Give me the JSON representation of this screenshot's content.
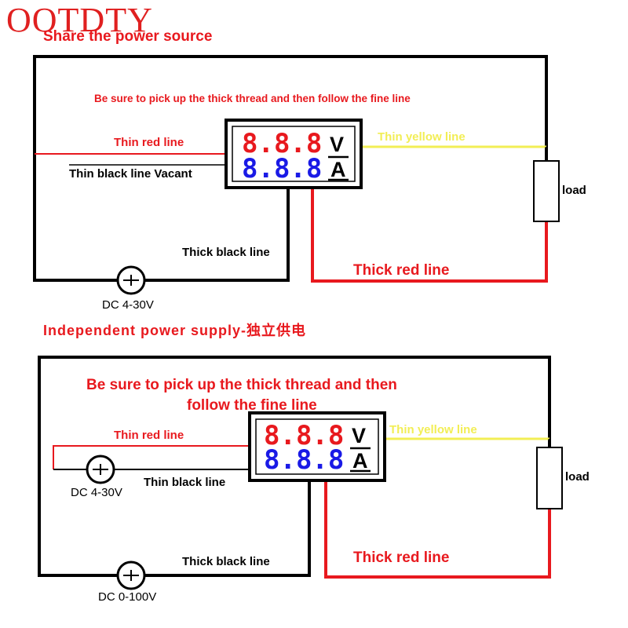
{
  "brand": {
    "logo_text": "OOTDTY"
  },
  "colors": {
    "red": "#e8191e",
    "blue": "#1a1ae6",
    "yellow": "#f2ee55",
    "black": "#000000"
  },
  "top": {
    "title": "Share the power source",
    "instruction": "Be sure to pick up the thick thread and then follow the fine line",
    "meter": {
      "volt_reading": "8.8.8",
      "amp_reading": "8.8.8",
      "volt_unit": "V",
      "amp_unit": "A"
    },
    "labels": {
      "thin_red": "Thin red line",
      "thin_black": "Thin black line Vacant",
      "thin_yellow": "Thin yellow line",
      "thick_black": "Thick black line",
      "thick_red": "Thick red line",
      "load": "load",
      "source": "DC 4-30V"
    }
  },
  "bottom": {
    "title": "Independent power supply-独立供电",
    "instruction_line1": "Be sure to pick up the thick thread and then",
    "instruction_line2": "follow the fine line",
    "meter": {
      "volt_reading": "8.8.8",
      "amp_reading": "8.8.8",
      "volt_unit": "V",
      "amp_unit": "A"
    },
    "labels": {
      "thin_red": "Thin red line",
      "thin_black": "Thin black line",
      "thin_yellow": "Thin yellow line",
      "thick_black": "Thick black line",
      "thick_red": "Thick red line",
      "load": "load",
      "meter_source": "DC 4-30V",
      "load_source": "DC 0-100V"
    }
  }
}
